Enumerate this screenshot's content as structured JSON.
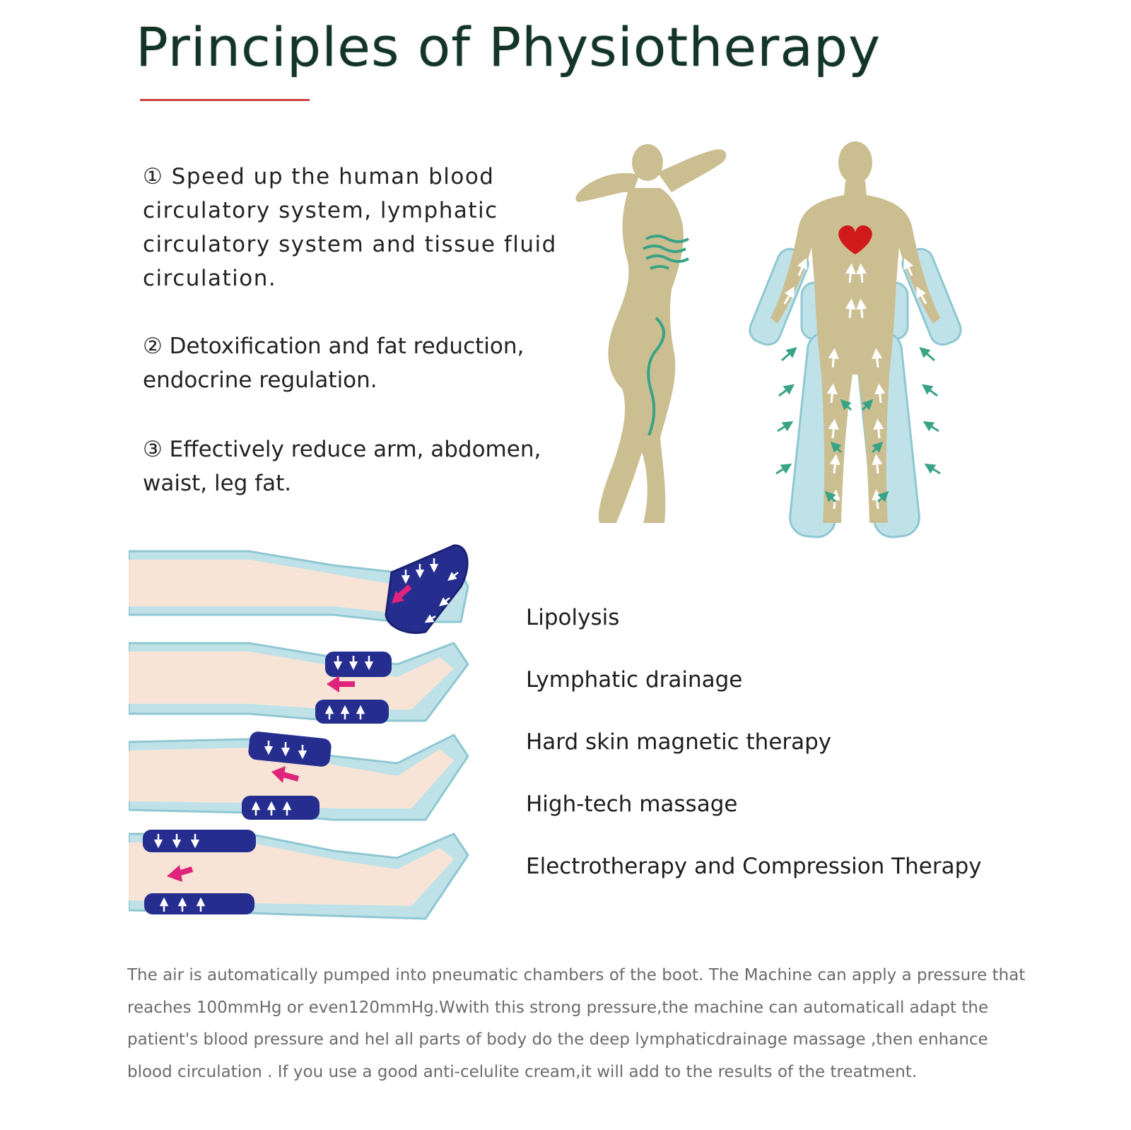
{
  "title": "Principles of Physiotherapy",
  "principles": [
    "① Speed up the human blood circulatory system, lymphatic circulatory system and tissue fluid circulation.",
    "② Detoxification and fat reduction, endocrine regulation.",
    "③ Effectively reduce arm, abdomen, waist, leg fat."
  ],
  "features": [
    "Lipolysis",
    "Lymphatic drainage",
    "Hard skin magnetic therapy",
    "High-tech massage",
    "Electrotherapy and Compression Therapy"
  ],
  "description": "The air is automatically pumped into pneumatic chambers of the boot. The Machine can apply a pressure that reaches 100mmHg or even120mmHg.Wwith this strong pressure,the machine can automaticall adapt the patient's blood pressure and hel all parts of body do the deep lymphaticdrainage massage ,then enhance blood circulation . If you use a good anti-celulite cream,it will add to the results of the treatment.",
  "colors": {
    "title": "#123528",
    "accent_line": "#cc3f44",
    "body_silhouette": "#cbbf92",
    "heart": "#d11a1a",
    "airflow_green": "#3aa386",
    "sleeve_light": "#bfe2e8",
    "chamber_active": "#252e8e",
    "pressure_arrow": "#e0237a",
    "skin": "#f7e4d6",
    "description_text": "#6b6b6b"
  }
}
